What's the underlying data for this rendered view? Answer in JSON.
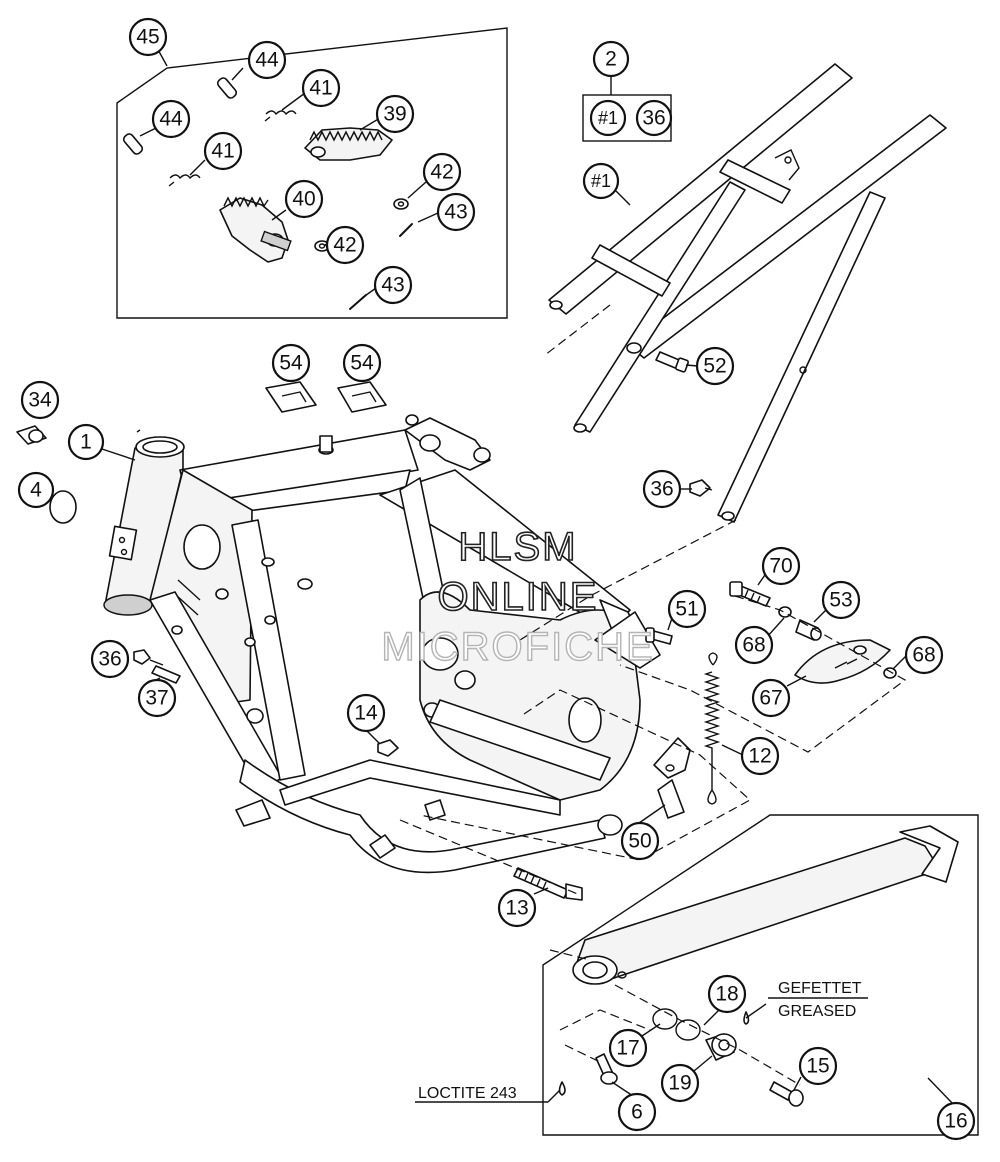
{
  "callouts": [
    {
      "id": "c45",
      "label": "45"
    },
    {
      "id": "c44a",
      "label": "44"
    },
    {
      "id": "c41a",
      "label": "41"
    },
    {
      "id": "c44b",
      "label": "44"
    },
    {
      "id": "c39",
      "label": "39"
    },
    {
      "id": "c41b",
      "label": "41"
    },
    {
      "id": "c42a",
      "label": "42"
    },
    {
      "id": "c40",
      "label": "40"
    },
    {
      "id": "c43a",
      "label": "43"
    },
    {
      "id": "c42b",
      "label": "42"
    },
    {
      "id": "c43b",
      "label": "43"
    },
    {
      "id": "c2",
      "label": "2"
    },
    {
      "id": "c1a",
      "label": "#1"
    },
    {
      "id": "c36a",
      "label": "36"
    },
    {
      "id": "c1b",
      "label": "#1"
    },
    {
      "id": "c52",
      "label": "52"
    },
    {
      "id": "c54a",
      "label": "54"
    },
    {
      "id": "c54b",
      "label": "54"
    },
    {
      "id": "c34",
      "label": "34"
    },
    {
      "id": "c1",
      "label": "1"
    },
    {
      "id": "c4",
      "label": "4"
    },
    {
      "id": "c36b",
      "label": "36"
    },
    {
      "id": "c70",
      "label": "70"
    },
    {
      "id": "c53",
      "label": "53"
    },
    {
      "id": "c51",
      "label": "51"
    },
    {
      "id": "c68a",
      "label": "68"
    },
    {
      "id": "c68b",
      "label": "68"
    },
    {
      "id": "c36c",
      "label": "36"
    },
    {
      "id": "c37",
      "label": "37"
    },
    {
      "id": "c67",
      "label": "67"
    },
    {
      "id": "c14",
      "label": "14"
    },
    {
      "id": "c12",
      "label": "12"
    },
    {
      "id": "c50",
      "label": "50"
    },
    {
      "id": "c13",
      "label": "13"
    },
    {
      "id": "c18",
      "label": "18"
    },
    {
      "id": "c17",
      "label": "17"
    },
    {
      "id": "c15",
      "label": "15"
    },
    {
      "id": "c19",
      "label": "19"
    },
    {
      "id": "c6",
      "label": "6"
    },
    {
      "id": "c16",
      "label": "16"
    }
  ],
  "notes": {
    "gefettet": "GEFETTET",
    "greased": "GREASED",
    "loctite": "LOCTITE 243"
  },
  "watermark": {
    "line1": "HLSM",
    "line2": "ONLINE",
    "line3": "MICROFICHE"
  }
}
